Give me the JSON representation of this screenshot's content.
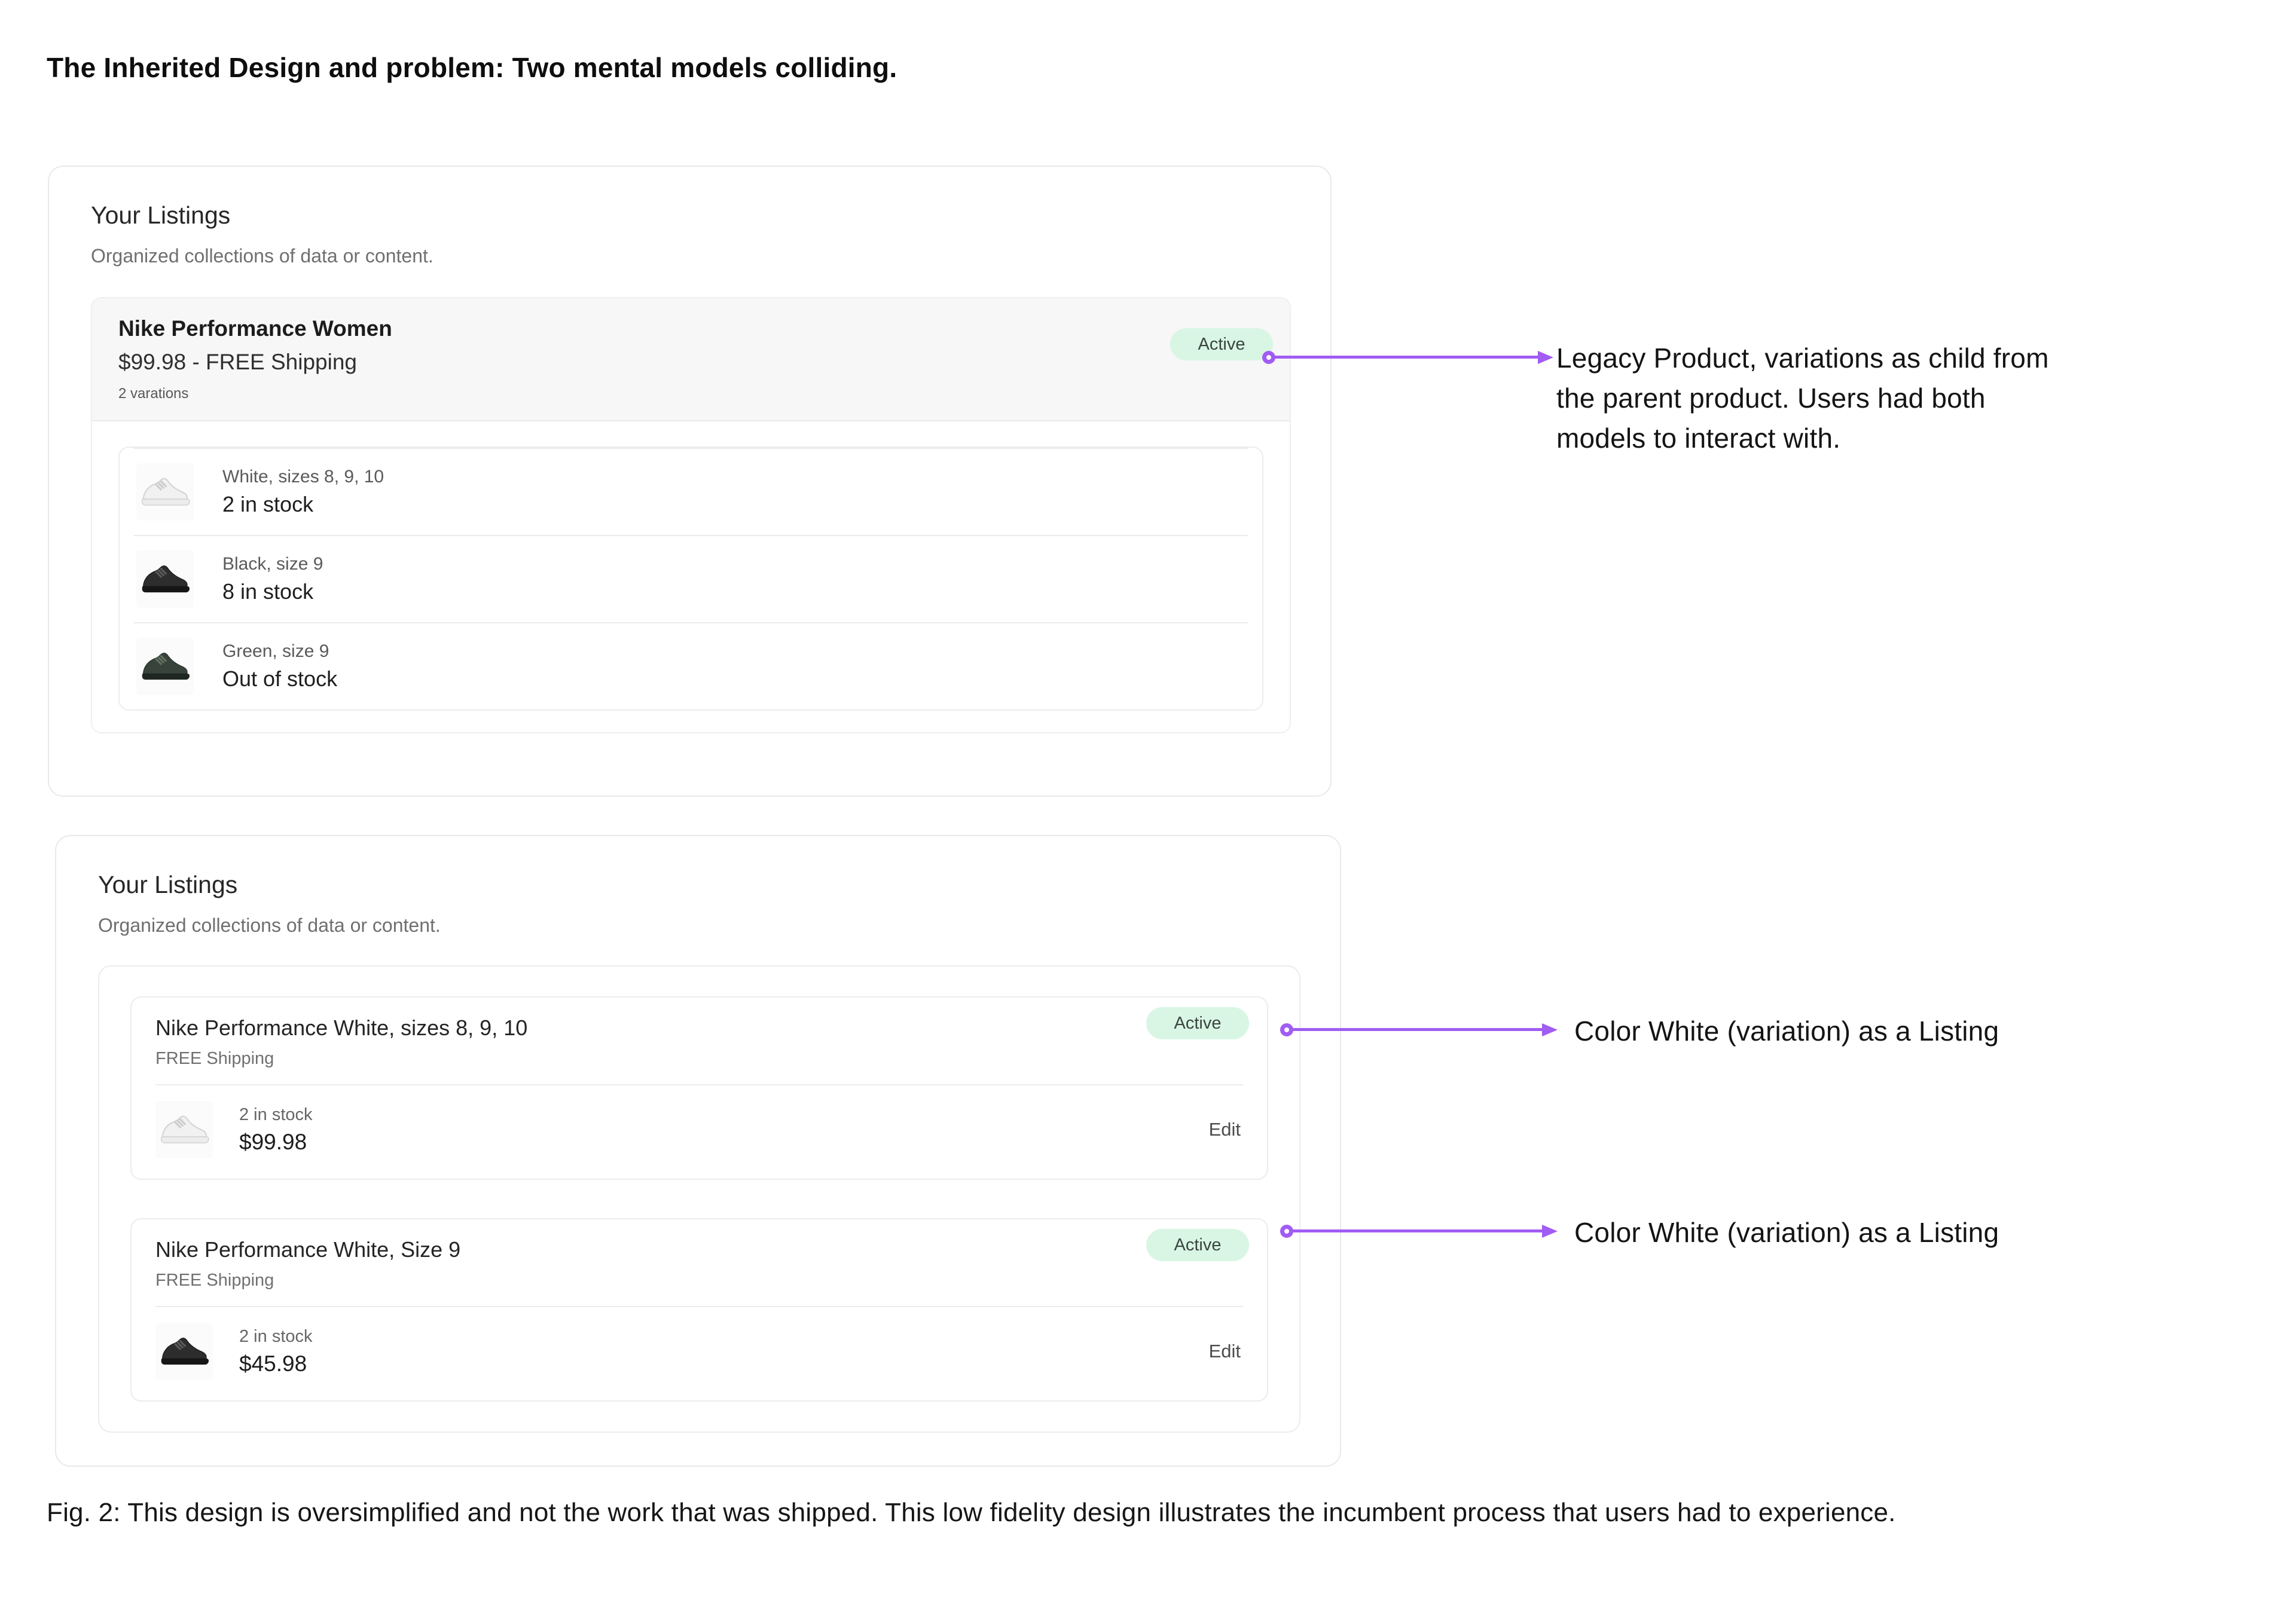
{
  "page": {
    "heading": "The Inherited Design and problem: Two mental models colliding.",
    "caption": "Fig. 2: This design is oversimplified and not the work that was shipped. This low fidelity design illustrates the incumbent process that users had to experience."
  },
  "colors": {
    "arrow_purple": "#a15cf3",
    "badge_mint": "#d9f6e4",
    "badge_text": "#3a453f",
    "card_border": "#e9e9e9",
    "header_strip": "#f7f7f7"
  },
  "panel1": {
    "title": "Your Listings",
    "subtitle": "Organized collections of data or content.",
    "product": {
      "name": "Nike Performance Women",
      "price_line": "$99.98 - FREE Shipping",
      "variations_count": "2 varations",
      "status": "Active",
      "variations": [
        {
          "label": "White, sizes 8, 9, 10",
          "stock": "2 in stock",
          "shoe": "white"
        },
        {
          "label": "Black, size 9",
          "stock": "8 in stock",
          "shoe": "black"
        },
        {
          "label": "Green, size 9",
          "stock": "Out of stock",
          "shoe": "green"
        }
      ]
    }
  },
  "panel2": {
    "title": "Your Listings",
    "subtitle": "Organized collections of data or content.",
    "listings": [
      {
        "name": "Nike Performance White, sizes 8, 9, 10",
        "shipping": "FREE Shipping",
        "stock": "2 in stock",
        "price": "$99.98",
        "status": "Active",
        "edit_label": "Edit",
        "shoe": "white"
      },
      {
        "name": "Nike Performance White, Size 9",
        "shipping": "FREE Shipping",
        "stock": "2 in stock",
        "price": "$45.98",
        "status": "Active",
        "edit_label": "Edit",
        "shoe": "black"
      }
    ]
  },
  "annotations": [
    {
      "text": "Legacy Product, variations as child from the parent product. Users had both models to interact with."
    },
    {
      "text": "Color White (variation) as a Listing"
    },
    {
      "text": "Color White (variation) as a Listing"
    }
  ]
}
